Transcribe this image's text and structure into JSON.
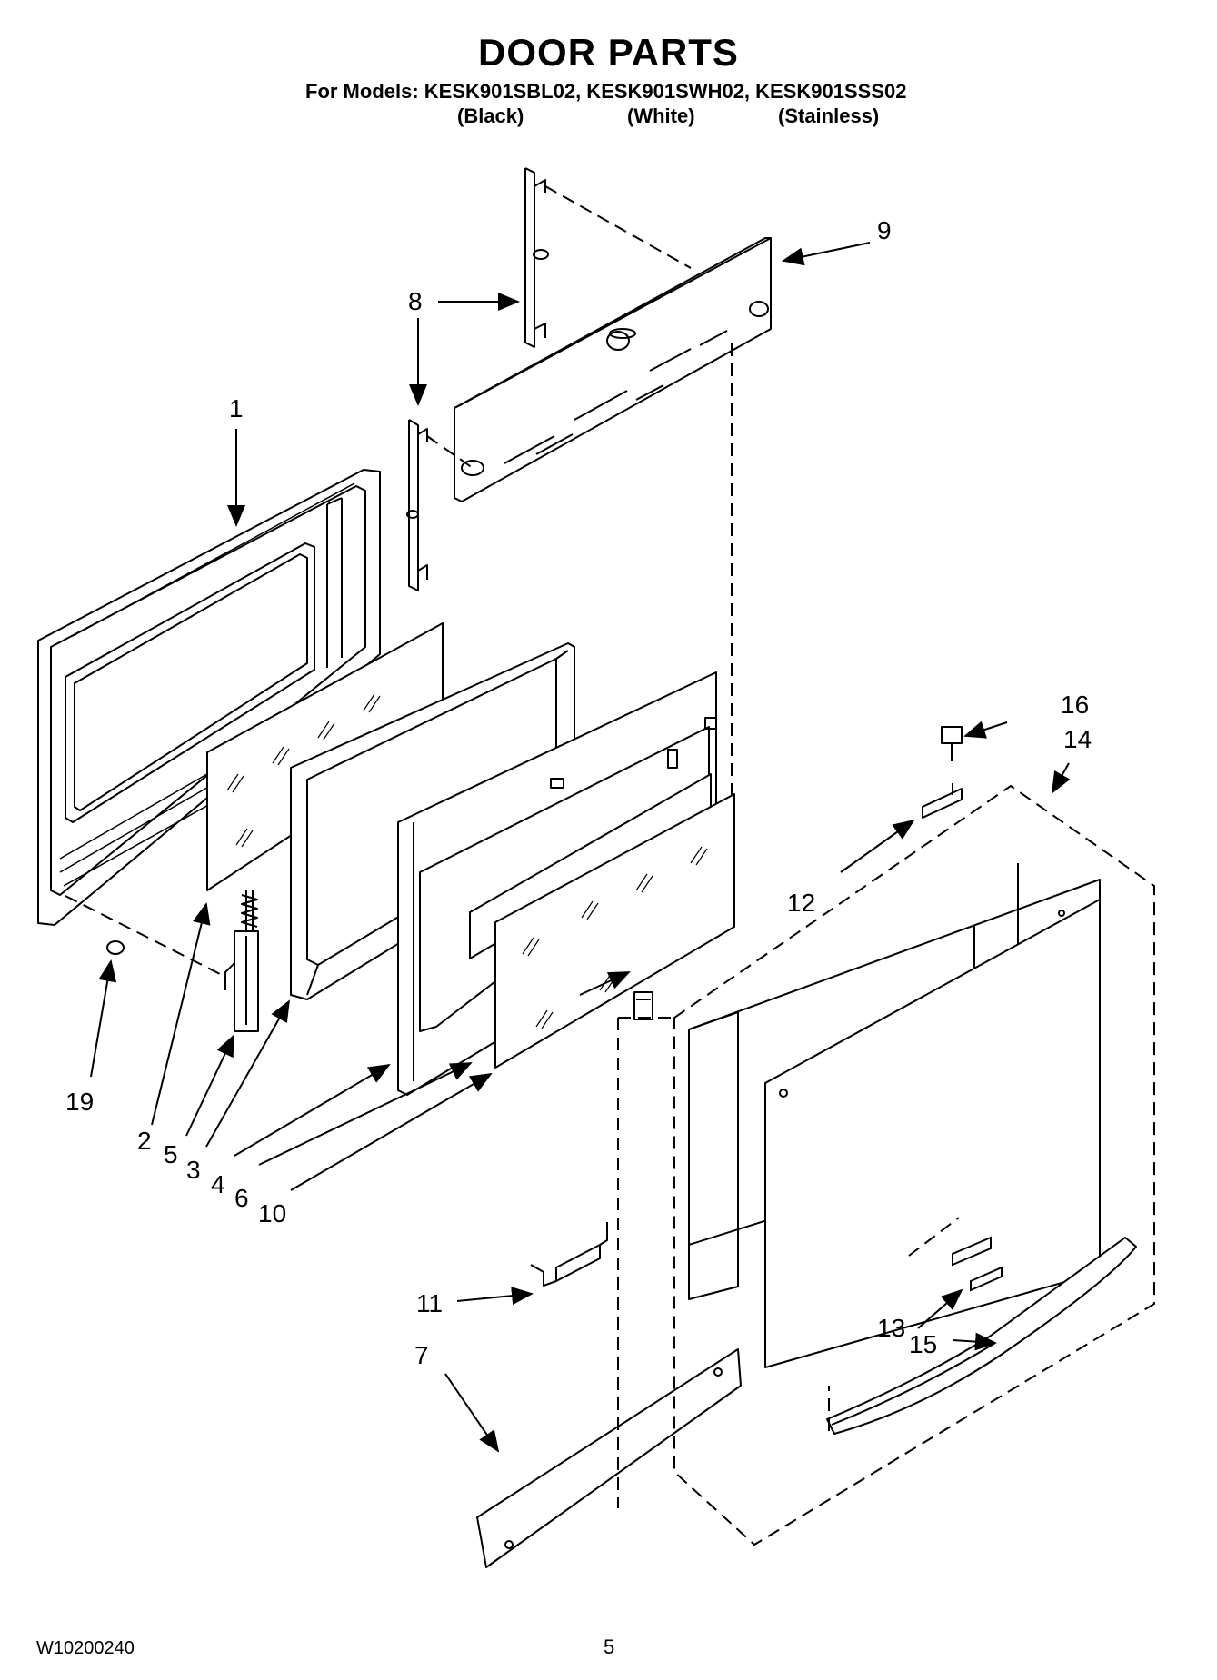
{
  "header": {
    "title": "DOOR PARTS",
    "models_line": "For Models: KESK901SBL02, KESK901SWH02, KESK901SSS02",
    "finishes": [
      "(Black)",
      "(White)",
      "(Stainless)"
    ]
  },
  "callouts": [
    "1",
    "8",
    "9",
    "16",
    "14",
    "12",
    "19",
    "2",
    "5",
    "3",
    "4",
    "6",
    "10",
    "11",
    "13",
    "15",
    "7"
  ],
  "footer": {
    "doc_number": "W10200240",
    "page_number": "5"
  }
}
